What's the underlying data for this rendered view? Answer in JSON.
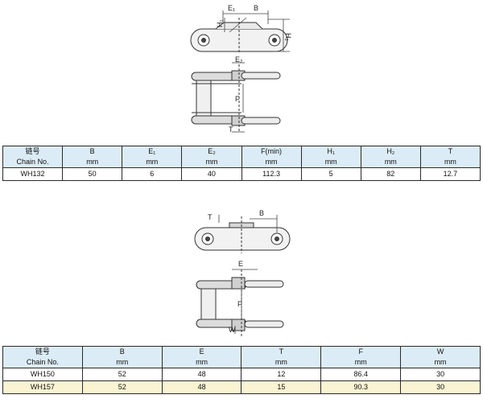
{
  "table1": {
    "headers": [
      {
        "top": "链号",
        "bottom": "Chain No."
      },
      {
        "top": "B",
        "bottom": "mm"
      },
      {
        "top": "E₁",
        "bottom": "mm"
      },
      {
        "top": "E₂",
        "bottom": "mm"
      },
      {
        "top": "F(min)",
        "bottom": "mm"
      },
      {
        "top": "H₁",
        "bottom": "mm"
      },
      {
        "top": "H₂",
        "bottom": "mm"
      },
      {
        "top": "T",
        "bottom": "mm"
      }
    ],
    "rows": [
      [
        "WH132",
        "50",
        "6",
        "40",
        "112.3",
        "5",
        "82",
        "12.7"
      ]
    ]
  },
  "table2": {
    "headers": [
      {
        "top": "链号",
        "bottom": "Chain No."
      },
      {
        "top": "B",
        "bottom": "mm"
      },
      {
        "top": "E",
        "bottom": "mm"
      },
      {
        "top": "T",
        "bottom": "mm"
      },
      {
        "top": "F",
        "bottom": "mm"
      },
      {
        "top": "W",
        "bottom": "mm"
      }
    ],
    "rows": [
      [
        "WH150",
        "52",
        "48",
        "12",
        "86.4",
        "30"
      ],
      [
        "WH157",
        "52",
        "48",
        "15",
        "90.3",
        "30"
      ]
    ]
  },
  "drawing1_labels": {
    "e1": "E₁",
    "b": "B",
    "h1": "H₁",
    "h2": "H₂",
    "e2": "E₂",
    "f": "F",
    "t": "T"
  },
  "drawing2_labels": {
    "t": "T",
    "b": "B",
    "e": "E",
    "f": "F",
    "w": "W"
  }
}
